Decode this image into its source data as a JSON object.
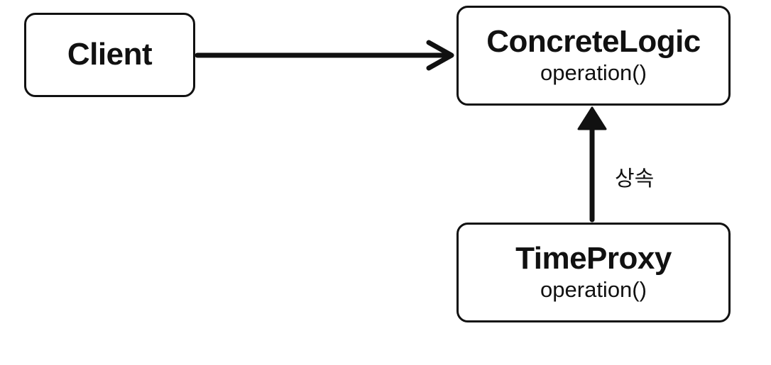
{
  "nodes": {
    "client": {
      "title": "Client"
    },
    "concrete_logic": {
      "title": "ConcreteLogic",
      "method": "operation()"
    },
    "time_proxy": {
      "title": "TimeProxy",
      "method": "operation()"
    }
  },
  "edges": {
    "client_to_concrete": {
      "from": "Client",
      "to": "ConcreteLogic",
      "kind": "association"
    },
    "proxy_to_concrete": {
      "from": "TimeProxy",
      "to": "ConcreteLogic",
      "kind": "inheritance",
      "label": "상속"
    }
  },
  "colors": {
    "stroke": "#111111",
    "background": "#ffffff"
  }
}
